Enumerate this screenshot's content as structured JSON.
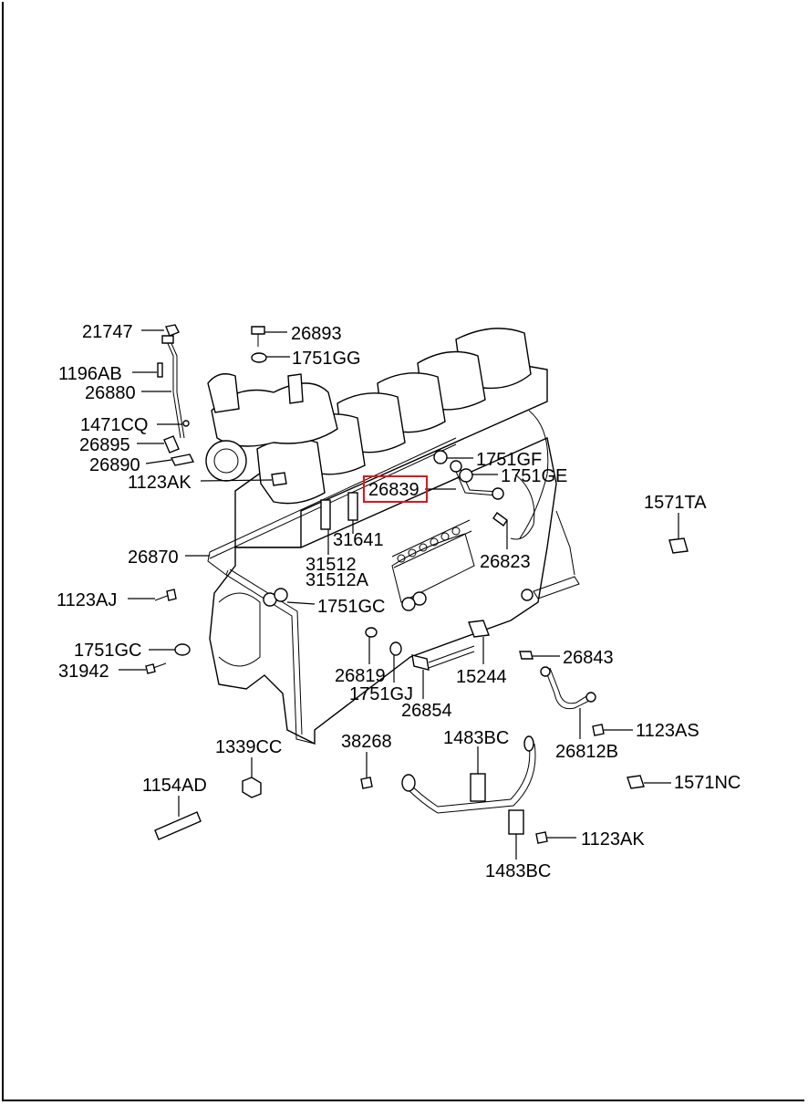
{
  "diagram": {
    "highlight_color": "#e0151b",
    "labels": [
      {
        "id": "21747",
        "text": "21747"
      },
      {
        "id": "26893",
        "text": "26893"
      },
      {
        "id": "1751GG",
        "text": "1751GG"
      },
      {
        "id": "1196AB",
        "text": "1196AB"
      },
      {
        "id": "26880",
        "text": "26880"
      },
      {
        "id": "1471CQ",
        "text": "1471CQ"
      },
      {
        "id": "26895",
        "text": "26895"
      },
      {
        "id": "26890",
        "text": "26890"
      },
      {
        "id": "1123AK-top",
        "text": "1123AK"
      },
      {
        "id": "1751GF",
        "text": "1751GF"
      },
      {
        "id": "26839",
        "text": "26839"
      },
      {
        "id": "1751GE",
        "text": "1751GE"
      },
      {
        "id": "1571TA",
        "text": "1571TA"
      },
      {
        "id": "31641",
        "text": "31641"
      },
      {
        "id": "26870",
        "text": "26870"
      },
      {
        "id": "31512",
        "text": "31512"
      },
      {
        "id": "31512A",
        "text": "31512A"
      },
      {
        "id": "26823",
        "text": "26823"
      },
      {
        "id": "1123AJ",
        "text": "1123AJ"
      },
      {
        "id": "1751GC-a",
        "text": "1751GC"
      },
      {
        "id": "1751GC-b",
        "text": "1751GC"
      },
      {
        "id": "31942",
        "text": "31942"
      },
      {
        "id": "26843",
        "text": "26843"
      },
      {
        "id": "26819",
        "text": "26819"
      },
      {
        "id": "15244",
        "text": "15244"
      },
      {
        "id": "1751GJ",
        "text": "1751GJ"
      },
      {
        "id": "26854",
        "text": "26854"
      },
      {
        "id": "1123AS",
        "text": "1123AS"
      },
      {
        "id": "26812B",
        "text": "26812B"
      },
      {
        "id": "1339CC",
        "text": "1339CC"
      },
      {
        "id": "38268",
        "text": "38268"
      },
      {
        "id": "1483BC-top",
        "text": "1483BC"
      },
      {
        "id": "1571NC",
        "text": "1571NC"
      },
      {
        "id": "1154AD",
        "text": "1154AD"
      },
      {
        "id": "1123AK-bottom",
        "text": "1123AK"
      },
      {
        "id": "1483BC-bottom",
        "text": "1483BC"
      }
    ]
  }
}
